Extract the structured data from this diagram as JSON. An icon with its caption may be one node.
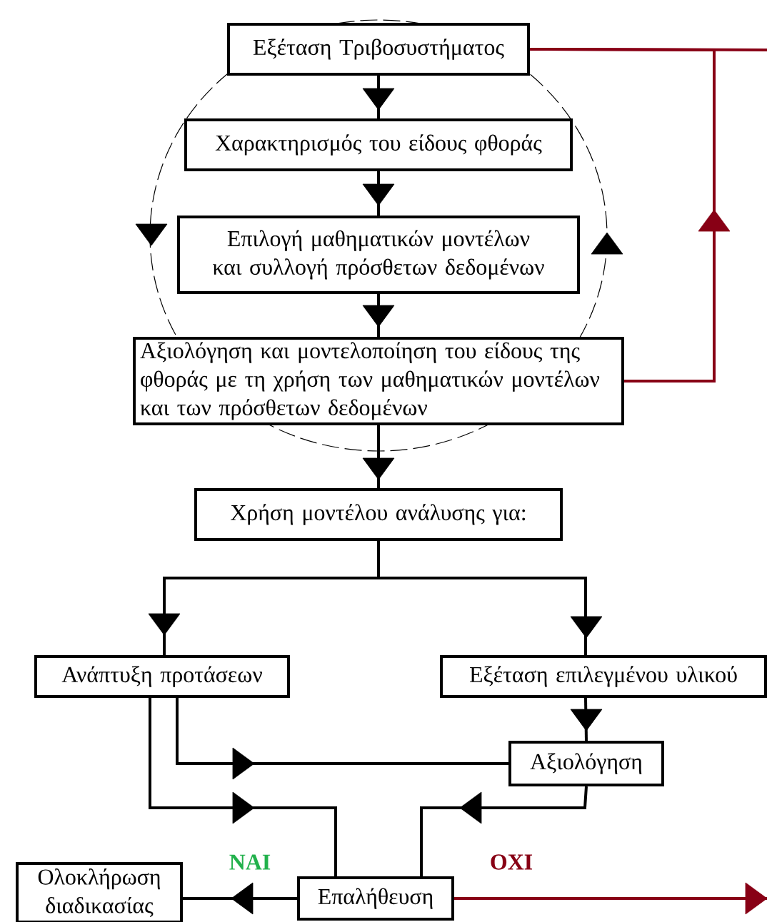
{
  "diagram": {
    "nodes": [
      {
        "text": [
          "Εξέταση Τριβοσυστήματος"
        ]
      },
      {
        "text": [
          "Χαρακτηρισμός του είδους φθοράς"
        ]
      },
      {
        "text": [
          "Επιλογή μαθηματικών μοντέλων και συλλογή πρόσθετων δεδομένων"
        ]
      },
      {
        "text": [
          "Αξιολόγηση και μοντελοποίηση του είδους της φθοράς με τη χρήση των μαθηματικών μοντέλων και των πρόσθετων δεδομένων"
        ]
      },
      {
        "text": [
          "Χρήση μοντέλου ανάλυσης για:"
        ]
      },
      {
        "text": [
          "Ανάπτυξη προτάσεων"
        ]
      },
      {
        "text": [
          "Εξέταση επιλεγμένου υλικού"
        ]
      },
      {
        "text": [
          "Αξιολόγηση"
        ]
      },
      {
        "text": [
          "Επαλήθευση"
        ]
      },
      {
        "text": [
          "Ολοκλήρωση διαδικασίας"
        ]
      }
    ],
    "edges": [
      {
        "from": 0,
        "to": 1,
        "arrow": "to"
      },
      {
        "from": 1,
        "to": 2,
        "arrow": "to"
      },
      {
        "from": 2,
        "to": 3,
        "arrow": "to"
      },
      {
        "from": 3,
        "to": 4,
        "arrow": "to"
      },
      {
        "from": 4,
        "to": 5,
        "arrow": "to"
      },
      {
        "from": 4,
        "to": 6,
        "arrow": "to"
      },
      {
        "from": 6,
        "to": 7,
        "arrow": "to"
      },
      {
        "from": 5,
        "to": 7,
        "arrow": "to"
      },
      {
        "from": 5,
        "to": 8,
        "arrow": "to"
      },
      {
        "from": 7,
        "to": 8,
        "arrow": "to"
      },
      {
        "from": 8,
        "to": 9,
        "arrow": "to",
        "label": "ΝΑΙ"
      },
      {
        "from": 8,
        "to": null,
        "arrow": "to",
        "label": "ΟΧΙ",
        "color": "#880015"
      },
      {
        "from": 3,
        "to": 0,
        "arrow": "to",
        "color": "#880015"
      },
      {
        "from": null,
        "to": 0,
        "arrow": "none",
        "color": "#880015"
      }
    ]
  }
}
